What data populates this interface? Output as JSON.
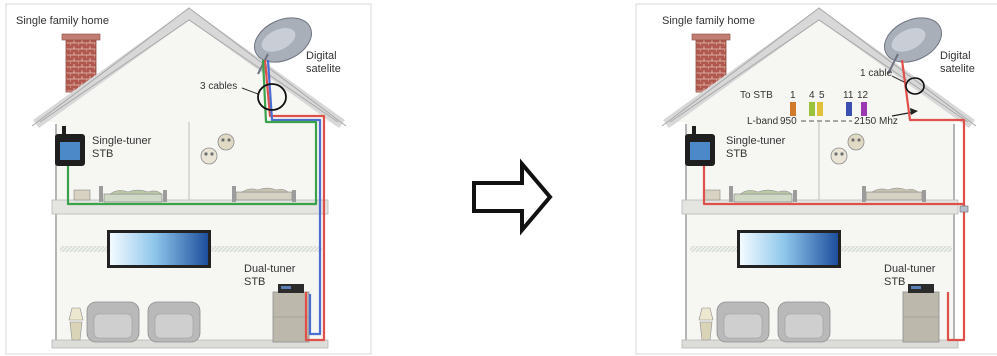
{
  "before": {
    "title": "Single family home",
    "satellite_label": [
      "Digital",
      "satelite"
    ],
    "cable_note": "3 cables",
    "single_tuner_label": [
      "Single-tuner",
      "STB"
    ],
    "dual_tuner_label": [
      "Dual-tuner",
      "STB"
    ]
  },
  "after": {
    "title": "Single family home",
    "satellite_label": [
      "Digital",
      "satelite"
    ],
    "cable_note": "1 cable",
    "single_tuner_label": [
      "Single-tuner",
      "STB"
    ],
    "dual_tuner_label": [
      "Dual-tuner",
      "STB"
    ],
    "to_stb": "To STB",
    "channels": [
      "1",
      "4",
      "5",
      "11",
      "12"
    ],
    "band_label": "L-band",
    "band_start": "950",
    "band_end": "2150 Mhz"
  },
  "colors": {
    "wall_fill": "#f6f6f3",
    "outline": "#9a9a9a",
    "roof_band": "#d9d9d9",
    "brick": "#a5534a",
    "cable_green": "#3aa24a",
    "cable_red": "#e0504a",
    "cable_blue": "#4a6fd0"
  },
  "arrow_icon": "right-arrow-icon"
}
